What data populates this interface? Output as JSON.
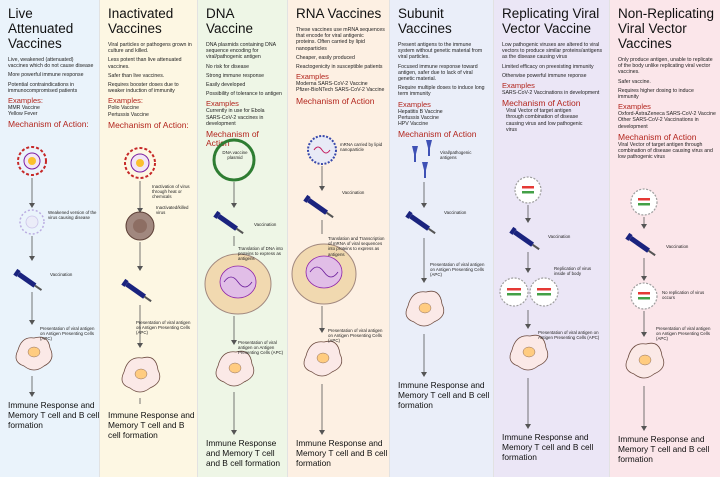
{
  "columns": [
    {
      "id": "live-attenuated",
      "bg": "#eaf3fb",
      "title": "Live Attenuated Vaccines",
      "desc": [
        "Live, weakened (attenuated) vaccines which do not cause disease",
        "More powerful immune response",
        "",
        "Potential contraindications in immunocompromised patients"
      ],
      "examples_heading": "Examples:",
      "examples": [
        "MMR Vaccine",
        "Yellow Fever"
      ],
      "moa": "Mechanism of Action:",
      "captions": [
        "Weakened version of the virus causing disease",
        "Vaccination",
        "Presentation of viral antigen on Antigen Presenting Cells (APC)"
      ],
      "result": "Immune Response and Memory T cell and B cell formation"
    },
    {
      "id": "inactivated",
      "bg": "#fdf7e3",
      "title": "Inactivated Vaccines",
      "desc": [
        "Viral particles or pathogens grown in culture and killed.",
        "Less potent than live attenuated vaccines.",
        "Safer than live vaccines.",
        "Requires booster doses due to weaker induction of immunity"
      ],
      "examples_heading": "Examples:",
      "examples": [
        "Polio Vaccine",
        "Pertussis Vaccine"
      ],
      "moa": "Mechanism of Action:",
      "captions": [
        "Inactivation of virus through heat or chemicals",
        "Inactivated/killed virus",
        "Presentation of viral antigen on Antigen Presenting Cells (APC)"
      ],
      "result": "Immune Response and Memory T cell and B cell formation"
    },
    {
      "id": "dna",
      "bg": "#eef6e6",
      "title": "DNA Vaccine",
      "desc": [
        "DNA plasmids containing DNA sequence encoding for viral/pathogenic antigen",
        "",
        "No risk for disease",
        "Strong immune response",
        "Easily developed",
        "Possibility of tolerance to antigen"
      ],
      "examples_heading": "Examples",
      "examples": [
        "Currently in use for Ebola",
        "SARS-CoV-2 vaccines in development"
      ],
      "moa": "Mechanism of Action",
      "captions": [
        "DNA vaccine plasmid",
        "Vaccination",
        "Translation of DNA into proteins to express as antigens",
        "Presentation of viral antigen on Antigen Presenting Cells (APC)"
      ],
      "result": "Immune Response and Memory T cell and B cell formation"
    },
    {
      "id": "rna",
      "bg": "#fdf0e3",
      "title": "RNA Vaccines",
      "desc": [
        "These vaccines use mRNA sequences that encode for viral antigenic proteins. Often carried by lipid nanoparticles",
        "",
        "Cheaper, easily produced",
        "",
        "Reactogenicity in susceptible patients"
      ],
      "examples_heading": "Examples",
      "examples": [
        "Moderna SARS-CoV-2 Vaccine",
        "Pfizer-BioNTech SARS-CoV-2 Vaccine"
      ],
      "moa": "Mechanism of Action",
      "captions": [
        "mRNA carried by lipid nanoparticle",
        "Vaccination",
        "Translation and Transcription of mRNA of viral sequences into proteins to express as antigens",
        "Presentation of viral antigen on Antigen Presenting Cells (APC)"
      ],
      "result": "Immune Response and Memory T cell and B cell formation"
    },
    {
      "id": "subunit",
      "bg": "#eaeef9",
      "title": "Subunit Vaccines",
      "desc": [
        "Present antigens to the immune system without genetic material from viral particles.",
        "",
        "Focused immune response toward antigen, safer due to lack of viral genetic material.",
        "",
        "Require multiple doses to induce long term immunity"
      ],
      "examples_heading": "Examples",
      "examples": [
        "Hepatitis B Vaccine",
        "Pertussis Vaccine",
        "HPV Vaccine"
      ],
      "moa": "Mechanism of Action",
      "captions": [
        "Viral/pathogenic antigens",
        "Vaccination",
        "Presentation of viral antigen on Antigen Presenting Cells (APC)"
      ],
      "result": "Immune Response and Memory T cell and B cell formation"
    },
    {
      "id": "replicating-viral-vector",
      "bg": "#ebe6f6",
      "title": "Replicating Viral Vector Vaccine",
      "desc": [
        "Low pathogenic viruses are altered to viral vectors to produce similar proteins/antigens as the disease causing virus",
        "",
        "Limited efficacy on preexisting immunity",
        "Otherwise powerful immune reponse"
      ],
      "examples_heading": "Examples",
      "examples": [
        "SARS-CoV-2 Vaccinations in development"
      ],
      "moa": "Mechanism of Action",
      "moa_desc": "Viral Vector of target antigen through combination of disease causing virus and low pathogenic virus",
      "captions": [
        "Vaccination",
        "Replication of virus inside of body",
        "Presentation of viral antigen on Antigen Presenting Cells (APC)"
      ],
      "result": "Immune Response and Memory T cell and B cell formation"
    },
    {
      "id": "non-replicating-viral-vector",
      "bg": "#fbe6ea",
      "title": "Non-Replicating Viral Vector Vaccines",
      "desc": [
        "Only produce antigen, unable to replicate of the body unlike replicating viral vector vaccines.",
        "Safer vaccine.",
        "Requires higher dosing to induce immunity"
      ],
      "examples_heading": "Examples",
      "examples": [
        "Oxford-AstraZeneca SARS-CoV-2 Vaccine",
        "Other SARS-CoV-2 Vaccinations in development"
      ],
      "moa": "Mechanism of Action",
      "moa_desc": "Viral Vector of target antigen through combination of disease causing virus and low pathogenic virus",
      "captions": [
        "Vaccination",
        "No replication of virus occurs",
        "Presentation of viral antigen on Antigen Presenting Cells (APC)"
      ],
      "result": "Immune Response and Memory T cell and B cell formation"
    }
  ]
}
